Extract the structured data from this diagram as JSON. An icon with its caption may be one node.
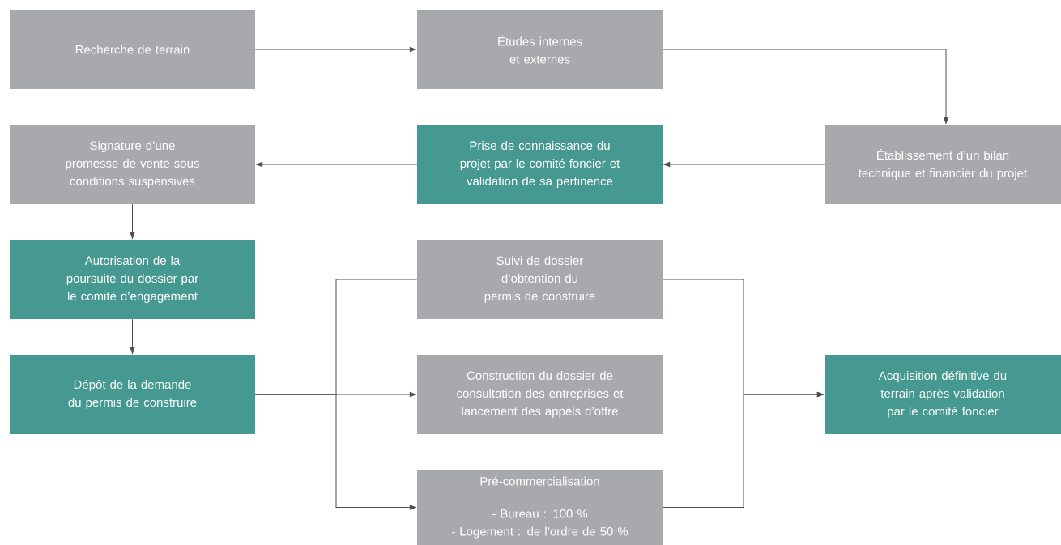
{
  "diagram": {
    "nodes": [
      {
        "text": [
          "Recherche de terrain"
        ]
      },
      {
        "text": [
          "Études internes et externes"
        ]
      },
      {
        "text": [
          "Signature d’une promesse de vente sous conditions suspensives"
        ]
      },
      {
        "text": [
          "Prise de connaissance du projet par le comité foncier et validation de sa pertinence"
        ]
      },
      {
        "text": [
          "Établissement d’un bilan technique et financier du projet"
        ]
      },
      {
        "text": [
          "Autorisation de la poursuite du dossier par le comité d’engagement"
        ]
      },
      {
        "text": [
          "Suivi de dossier d’obtention du permis de construire"
        ]
      },
      {
        "text": [
          "Dépôt de la demande du permis de construire"
        ]
      },
      {
        "text": [
          "Construction du dossier de consultation des entreprises et lancement des appels d’offre"
        ]
      },
      {
        "text": [
          "Acquisition définitive du terrain après validation par le comité foncier"
        ]
      },
      {
        "text": [
          "Pré-commercialisation",
          "- Bureau : 100 %",
          "- Logement : de l’ordre de 50 %"
        ]
      }
    ],
    "edges": [
      {
        "from": 0,
        "to": 1,
        "arrow": "to"
      },
      {
        "from": 1,
        "to": 4,
        "arrow": "to"
      },
      {
        "from": 4,
        "to": 3,
        "arrow": "to"
      },
      {
        "from": 3,
        "to": 2,
        "arrow": "to"
      },
      {
        "from": 2,
        "to": 5,
        "arrow": "to"
      },
      {
        "from": 5,
        "to": 7,
        "arrow": "to"
      },
      {
        "from": 7,
        "to": 6,
        "arrow": "none"
      },
      {
        "from": 7,
        "to": 8,
        "arrow": "to"
      },
      {
        "from": 7,
        "to": 10,
        "arrow": "to"
      },
      {
        "from": 6,
        "to": 9,
        "arrow": "to"
      },
      {
        "from": 10,
        "to": 9,
        "arrow": "to"
      }
    ]
  }
}
